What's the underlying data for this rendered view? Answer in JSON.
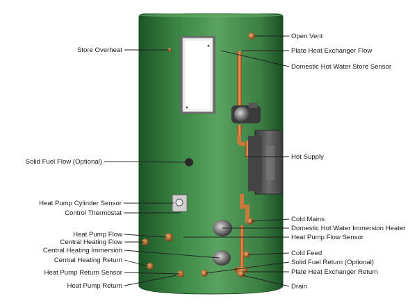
{
  "labels": {
    "left": [
      {
        "id": "store-overheat",
        "text": "Store Overheat"
      },
      {
        "id": "solid-fuel-flow",
        "text": "Solid Fuel Flow (Optional)"
      },
      {
        "id": "hp-cylinder-sensor",
        "text": "Heat Pump Cylinder Sensor"
      },
      {
        "id": "control-thermostat",
        "text": "Control Thermostat"
      },
      {
        "id": "heat-pump-flow",
        "text": "Heat Pump Flow"
      },
      {
        "id": "ch-flow",
        "text": "Central Heating Flow"
      },
      {
        "id": "ch-immersion",
        "text": "Central Heating Immersion"
      },
      {
        "id": "ch-return",
        "text": "Central Heating Return"
      },
      {
        "id": "hp-return-sensor",
        "text": "Heat Pump Return Sensor"
      },
      {
        "id": "heat-pump-return",
        "text": "Heat Pump Return"
      }
    ],
    "right": [
      {
        "id": "open-vent",
        "text": "Open Vent"
      },
      {
        "id": "phe-flow",
        "text": "Plate Heat Exchanger Flow"
      },
      {
        "id": "dhw-store-sensor",
        "text": "Domestic Hot Water Store Sensor"
      },
      {
        "id": "hot-supply",
        "text": "Hot Supply"
      },
      {
        "id": "cold-mains",
        "text": "Cold Mains"
      },
      {
        "id": "dhw-immersion",
        "text": "Domestic Hot Water Immersion Heater"
      },
      {
        "id": "hp-flow-sensor",
        "text": "Heat Pump Flow Sensor"
      },
      {
        "id": "cold-feed",
        "text": "Cold Feed"
      },
      {
        "id": "solid-fuel-return",
        "text": "Solid Fuel Return (Optional)"
      },
      {
        "id": "phe-return",
        "text": "Plate Heat Exchanger Return"
      },
      {
        "id": "drain",
        "text": "Drain"
      }
    ]
  },
  "colors": {
    "cylinder": "#3f8a48",
    "cylinder_dark": "#1f5a28",
    "copper": "#c87a3a",
    "leader": "#222222"
  }
}
